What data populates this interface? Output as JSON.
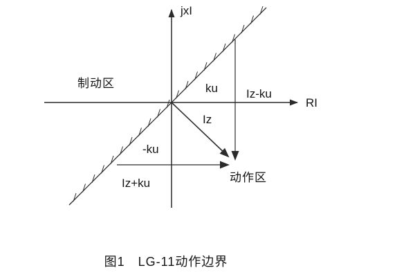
{
  "diagram": {
    "axis": {
      "y_label": "jxI",
      "x_label": "RI"
    },
    "regions": {
      "restraint": "制动区",
      "operate": "动作区"
    },
    "segments": {
      "ku": "ku",
      "iz_minus_ku": "Iz-ku",
      "iz": "Iz",
      "neg_ku": "-ku",
      "iz_plus_ku": "Iz+ku"
    },
    "caption": "图1　LG-11动作边界",
    "colors": {
      "line": "#2b2b2b",
      "text": "#141414",
      "background": "#ffffff"
    }
  }
}
